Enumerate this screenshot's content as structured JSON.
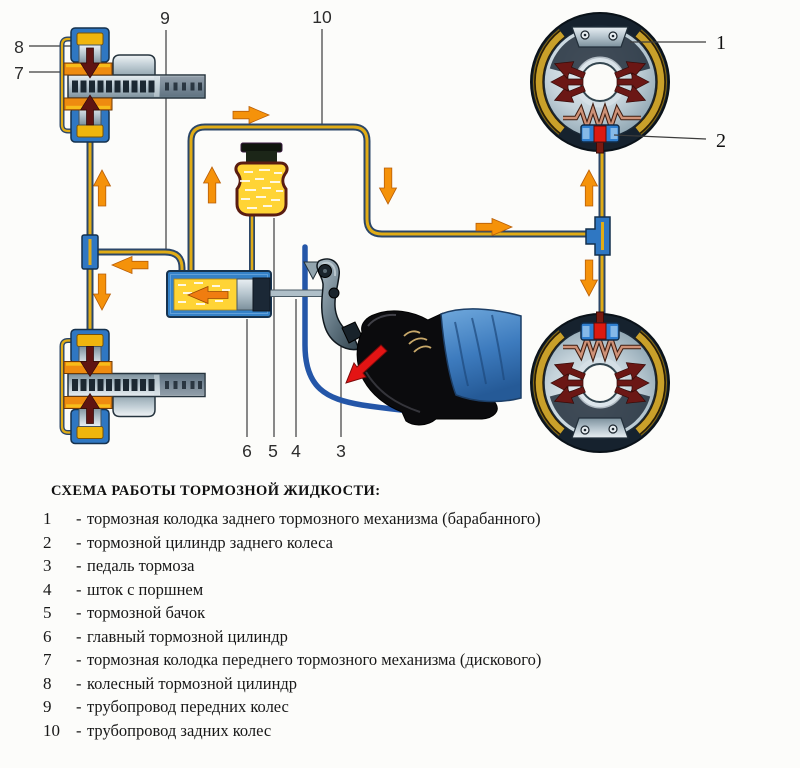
{
  "title": "СХЕМА РАБОТЫ ТОРМОЗНОЙ ЖИДКОСТИ:",
  "legend": {
    "separator": "-",
    "items": [
      {
        "num": "1",
        "text": "тормозная колодка заднего тормозного механизма (барабанного)"
      },
      {
        "num": "2",
        "text": "тормозной цилиндр заднего колеса"
      },
      {
        "num": "3",
        "text": "педаль тормоза"
      },
      {
        "num": "4",
        "text": "шток с поршнем"
      },
      {
        "num": "5",
        "text": "тормозной бачок"
      },
      {
        "num": "6",
        "text": "главный тормозной цилиндр"
      },
      {
        "num": "7",
        "text": "тормозная колодка переднего тормозного механизма (дискового)"
      },
      {
        "num": "8",
        "text": "колесный тормозной цилиндр"
      },
      {
        "num": "9",
        "text": "трубопровод передних колес"
      },
      {
        "num": "10",
        "text": "трубопровод задних колес"
      }
    ]
  },
  "callouts": {
    "c1": "1",
    "c2": "2",
    "c3": "3",
    "c4": "4",
    "c5": "5",
    "c6": "6",
    "c7": "7",
    "c8": "8",
    "c9": "9",
    "c10": "10"
  },
  "colors": {
    "pipe_yellow": "#E0AC16",
    "pipe_outline_navy": "#2B4668",
    "flow_arrow_orange": "#F5920A",
    "hydraulic_blue": "#2F77C2",
    "fluid_yellow": "#FFD435",
    "pressure_arrow_maroon": "#5E1412",
    "pedal_press_arrow_red": "#DD1A10",
    "floor_line_blue": "#2456A8",
    "drum_dark": "#16222E",
    "brake_shoe_gold": "#C9A02A"
  }
}
